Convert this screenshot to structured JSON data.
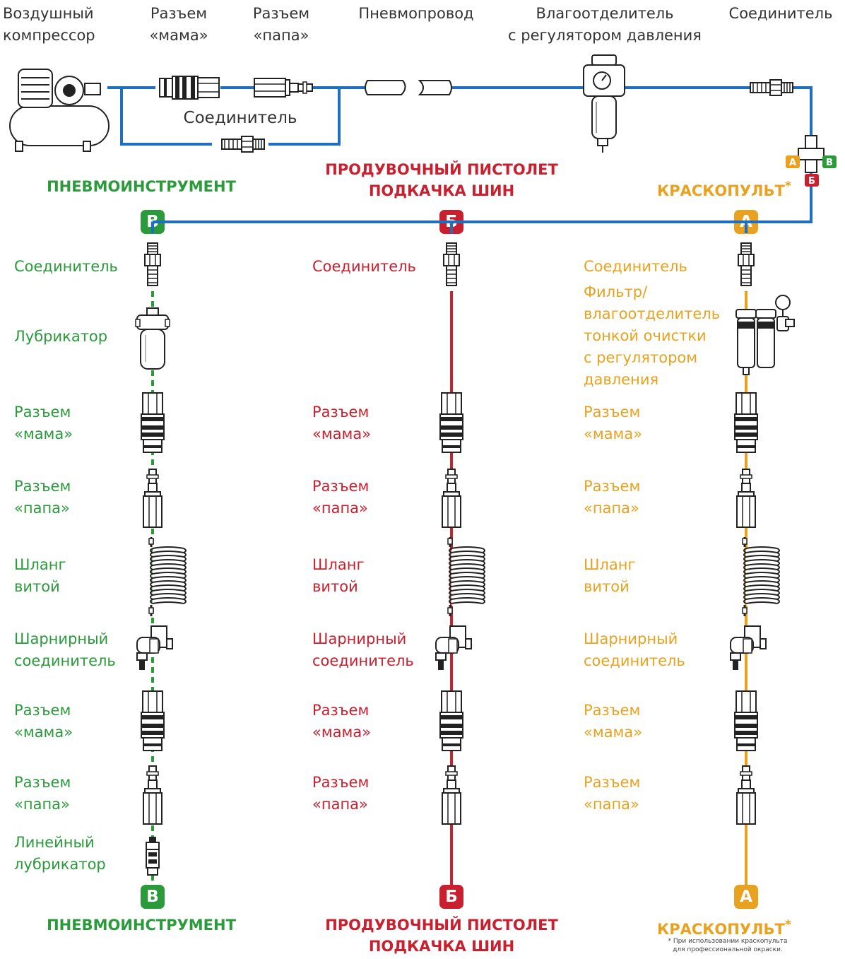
{
  "top": {
    "compressor": [
      "Воздушный",
      "компрессор"
    ],
    "female": [
      "Разъем",
      "«мама»"
    ],
    "male": [
      "Разъем",
      "«папа»"
    ],
    "pipe": "Пневмопровод",
    "separator": [
      "Влагоотделитель",
      "с регулятором давления"
    ],
    "connector": "Соединитель",
    "connector_mid": "Соединитель"
  },
  "branches": {
    "green": {
      "badge": "В",
      "header": [
        "ПНЕВМОИНСТРУМЕНТ"
      ],
      "color": "#2a9a3b"
    },
    "red": {
      "badge": "Б",
      "header": [
        "ПРОДУВОЧНЫЙ ПИСТОЛЕТ",
        "ПОДКАЧКА ШИН"
      ],
      "color": "#c8202e"
    },
    "orange": {
      "badge": "А",
      "header": [
        "КРАСКОПУЛЬТ"
      ],
      "asterisk": "*",
      "color": "#e9a21f"
    }
  },
  "tee_labels": {
    "a": "А",
    "b": "Б",
    "v": "В"
  },
  "labels": {
    "connector": "Соединитель",
    "lubricator": "Лубрикатор",
    "filter": [
      "Фильтр/",
      "влагоотделитель",
      "тонкой очистки",
      "с регулятором",
      "давления"
    ],
    "female": [
      "Разъем",
      "«мама»"
    ],
    "male": [
      "Разъем",
      "«папа»"
    ],
    "hose": [
      "Шланг",
      "витой"
    ],
    "swivel": [
      "Шарнирный",
      "соединитель"
    ],
    "inline_lubricator": [
      "Линейный",
      "лубрикатор"
    ]
  },
  "footnote": [
    "* При использовании краскопульта",
    "для профессиональной окраски."
  ],
  "line_color": "#1e6fbf"
}
